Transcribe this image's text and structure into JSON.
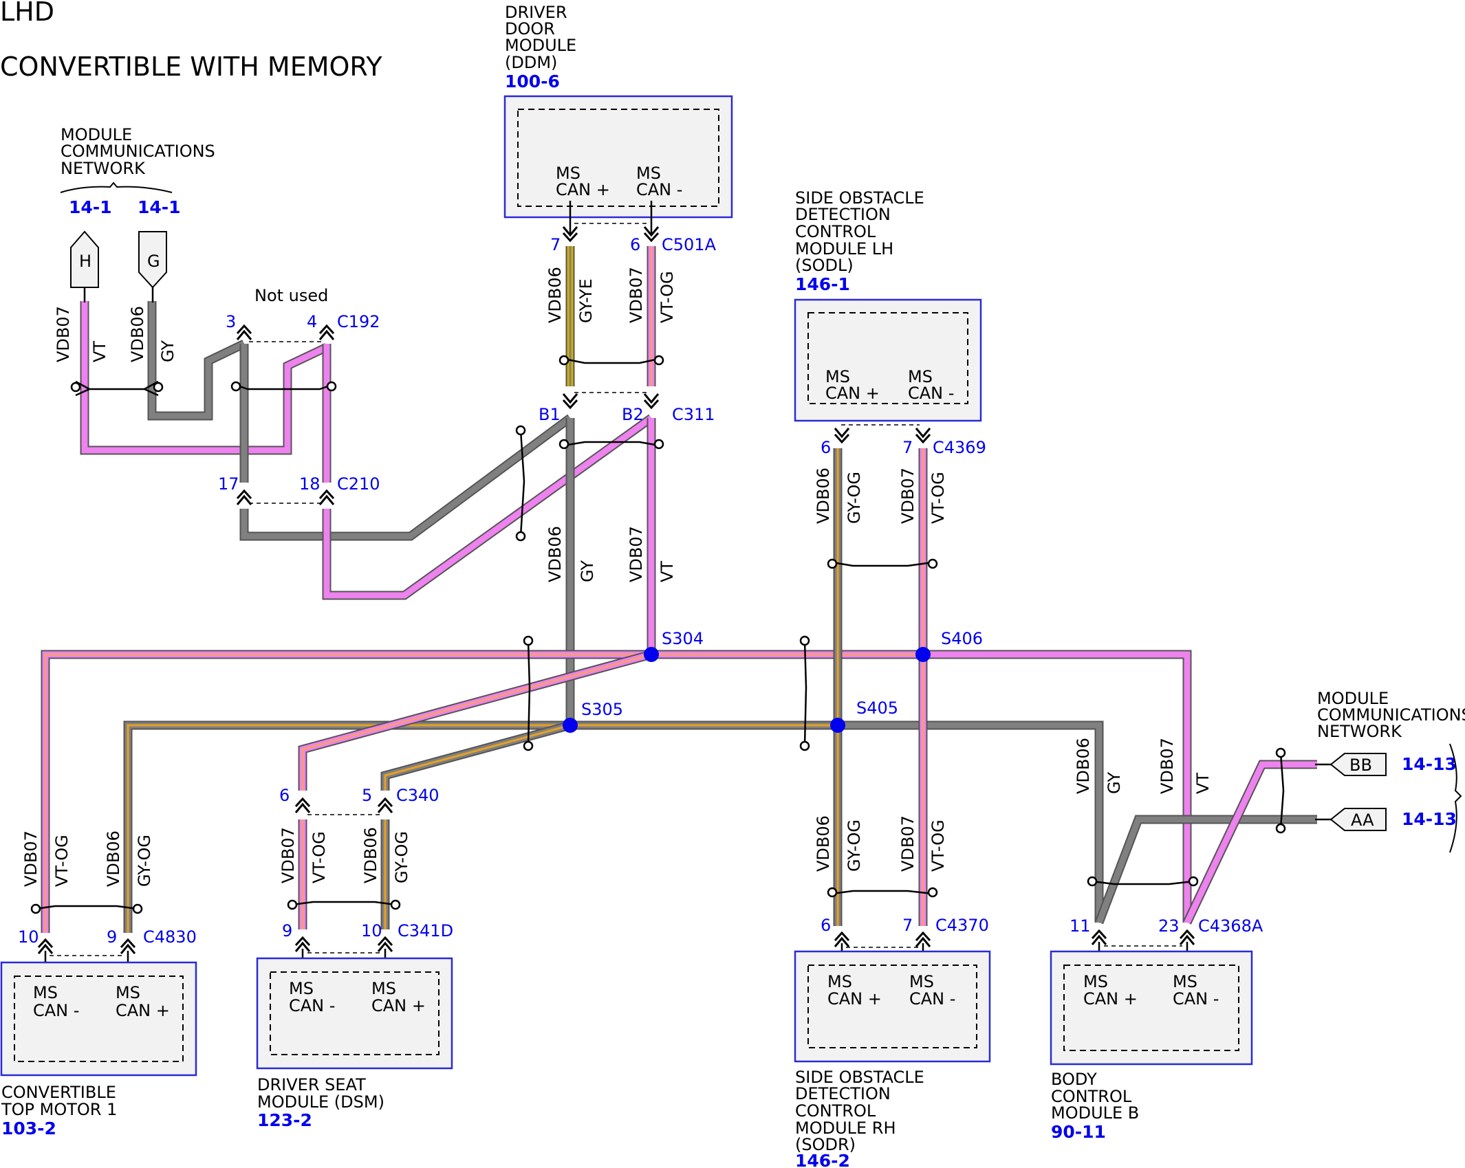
{
  "header": {
    "line1": "LHD",
    "line2": "CONVERTIBLE WITH MEMORY"
  },
  "colors": {
    "module_border": "#2a2ad8",
    "module_fill": "#f2f2f2",
    "pin_label": "#0000ee",
    "wire_gray": "#808080",
    "wire_violet": "#ee82ee",
    "wire_orange_stripe": "#e8a020",
    "splice": "#0000ee"
  },
  "modules": {
    "ddm": {
      "name": [
        "DRIVER",
        "DOOR",
        "MODULE",
        "(DDM)"
      ],
      "ref": "100-6",
      "pins": [
        [
          "MS",
          "CAN +"
        ],
        [
          "MS",
          "CAN -"
        ]
      ]
    },
    "sodl": {
      "name": [
        "SIDE OBSTACLE",
        "DETECTION",
        "CONTROL",
        "MODULE LH",
        "(SODL)"
      ],
      "ref": "146-1",
      "pins": [
        [
          "MS",
          "CAN +"
        ],
        [
          "MS",
          "CAN -"
        ]
      ]
    },
    "ctm": {
      "name": [
        "CONVERTIBLE",
        "TOP MOTOR 1"
      ],
      "ref": "103-2",
      "pins": [
        [
          "MS",
          "CAN -"
        ],
        [
          "MS",
          "CAN +"
        ]
      ]
    },
    "dsm": {
      "name": [
        "DRIVER SEAT",
        "MODULE (DSM)"
      ],
      "ref": "123-2",
      "pins": [
        [
          "MS",
          "CAN -"
        ],
        [
          "MS",
          "CAN +"
        ]
      ]
    },
    "sodr": {
      "name": [
        "SIDE OBSTACLE",
        "DETECTION",
        "CONTROL",
        "MODULE RH",
        "(SODR)"
      ],
      "ref": "146-2",
      "pins": [
        [
          "MS",
          "CAN +"
        ],
        [
          "MS",
          "CAN -"
        ]
      ]
    },
    "bcm": {
      "name": [
        "BODY",
        "CONTROL",
        "MODULE B"
      ],
      "ref": "90-11",
      "pins": [
        [
          "MS",
          "CAN +"
        ],
        [
          "MS",
          "CAN -"
        ]
      ]
    }
  },
  "network_left": {
    "name": [
      "MODULE",
      "COMMUNICATIONS",
      "NETWORK"
    ],
    "refs": [
      "14-1",
      "14-1"
    ],
    "flags": [
      "H",
      "G"
    ]
  },
  "network_right": {
    "name": [
      "MODULE",
      "COMMUNICATIONS",
      "NETWORK"
    ],
    "refs": [
      "14-13",
      "14-13"
    ],
    "flags": [
      "BB",
      "AA"
    ]
  },
  "not_used": "Not used",
  "connectors": {
    "c501a": {
      "name": "C501A",
      "pins": [
        "7",
        "6"
      ]
    },
    "c311": {
      "name": "C311",
      "pins": [
        "B1",
        "B2"
      ]
    },
    "c192": {
      "name": "C192",
      "pins": [
        "3",
        "4"
      ]
    },
    "c210": {
      "name": "C210",
      "pins": [
        "17",
        "18"
      ]
    },
    "c4369": {
      "name": "C4369",
      "pins": [
        "6",
        "7"
      ]
    },
    "c340": {
      "name": "C340",
      "pins": [
        "6",
        "5"
      ]
    },
    "c341d": {
      "name": "C341D",
      "pins": [
        "9",
        "10"
      ]
    },
    "c4830": {
      "name": "C4830",
      "pins": [
        "10",
        "9"
      ]
    },
    "c4370": {
      "name": "C4370",
      "pins": [
        "6",
        "7"
      ]
    },
    "c4368a": {
      "name": "C4368A",
      "pins": [
        "11",
        "23"
      ]
    }
  },
  "splices": [
    "S304",
    "S305",
    "S406",
    "S405"
  ],
  "wire_labels": {
    "vdb07": "VDB07",
    "vdb06": "VDB06",
    "vt": "VT",
    "gy": "GY",
    "gy_ye": "GY-YE",
    "vt_og": "VT-OG",
    "gy_og": "GY-OG"
  }
}
